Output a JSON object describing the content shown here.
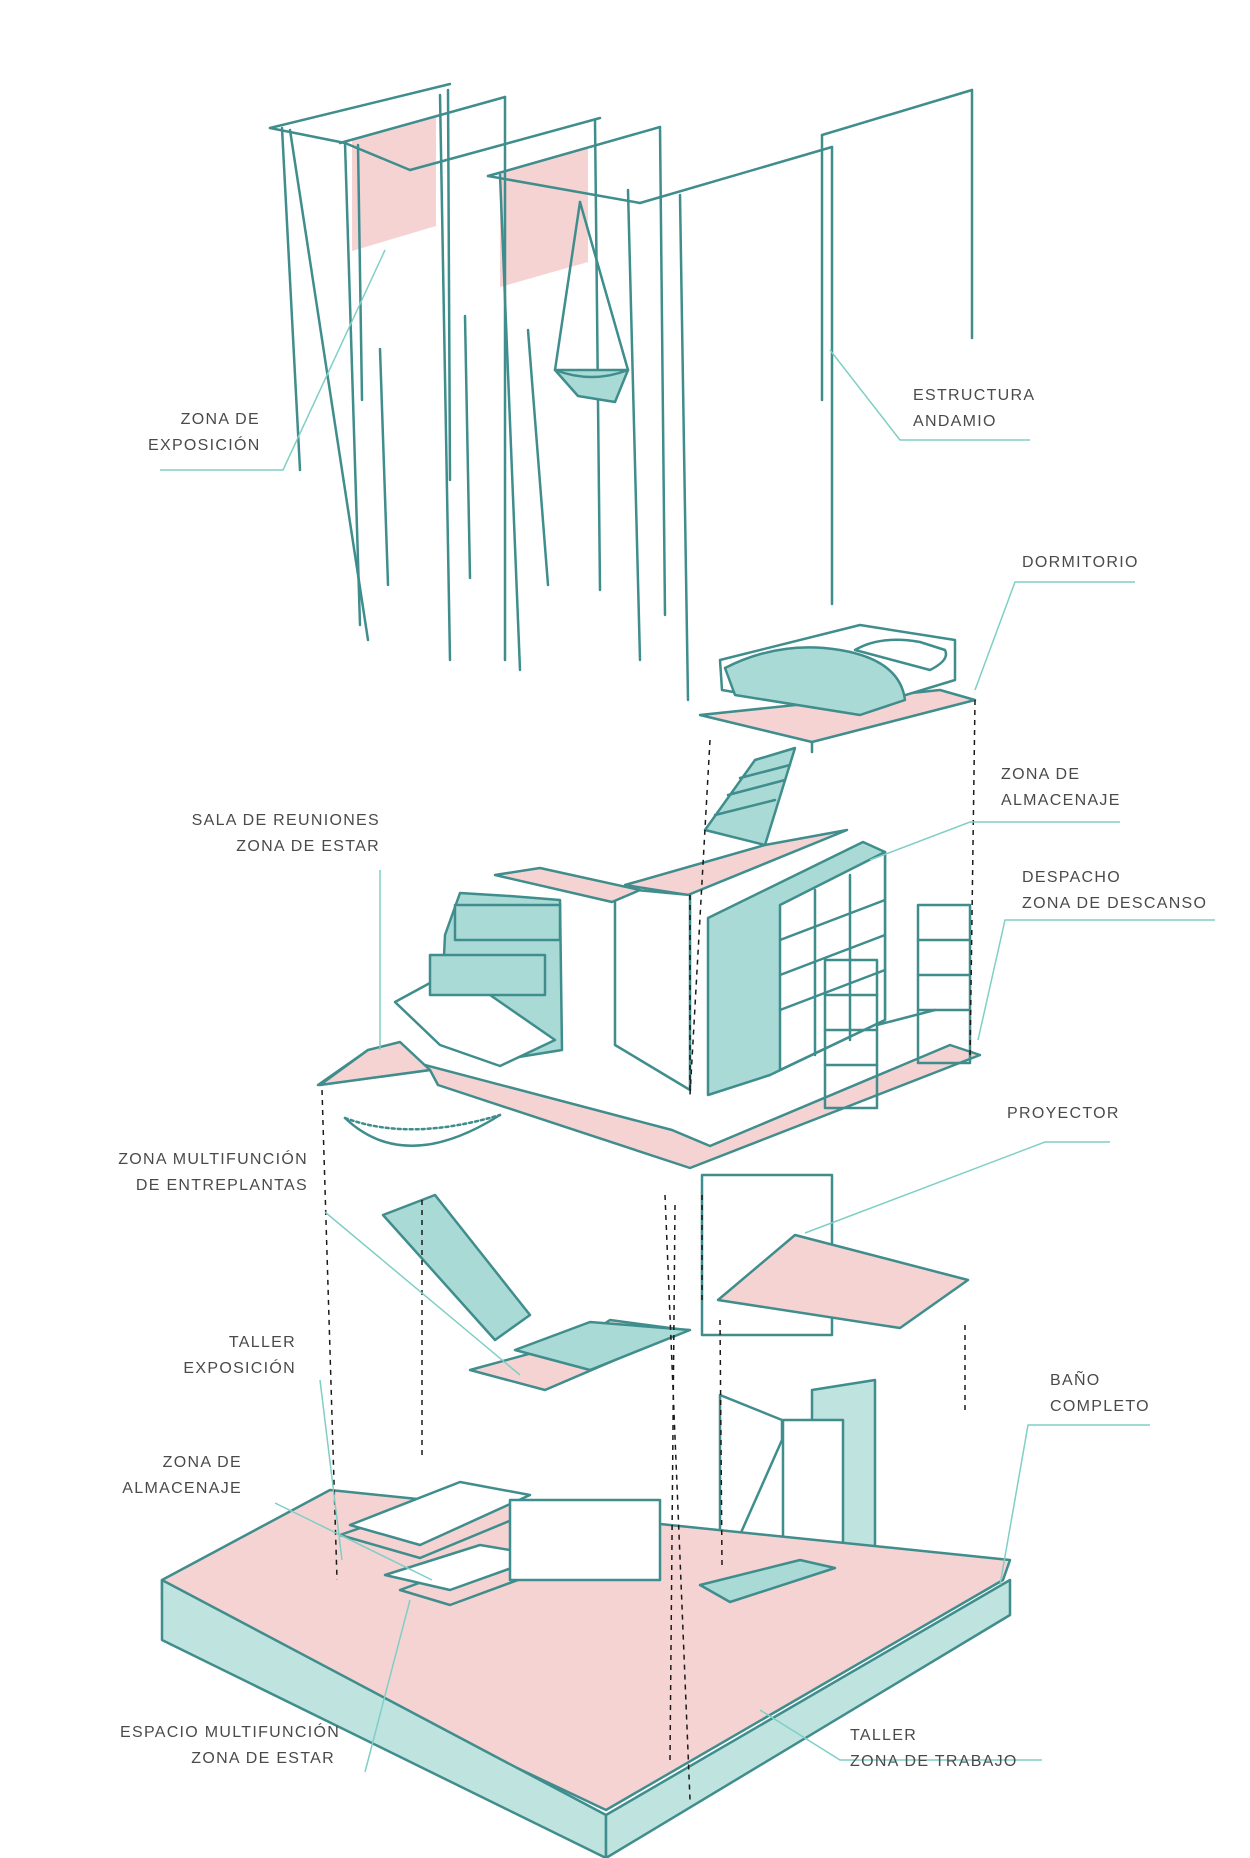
{
  "colors": {
    "teal": "#3f8d8c",
    "teal_fill": "#a9dad6",
    "teal_light": "#bfe3df",
    "pink": "#f5d3d3",
    "leader": "#7fcfc6",
    "text": "#4a4a4a"
  },
  "labels": {
    "exposicion": [
      "ZONA DE",
      "EXPOSICIÓN"
    ],
    "andamio": [
      "ESTRUCTURA",
      "ANDAMIO"
    ],
    "dormitorio": [
      "DORMITORIO"
    ],
    "almacenaje_sup": [
      "ZONA DE",
      "ALMACENAJE"
    ],
    "reuniones": [
      "SALA DE REUNIONES",
      "ZONA DE ESTAR"
    ],
    "despacho": [
      "DESPACHO",
      "ZONA DE DESCANSO"
    ],
    "proyector": [
      "PROYECTOR"
    ],
    "multifuncion": [
      "ZONA MULTIFUNCIÓN",
      "DE ENTREPLANTAS"
    ],
    "taller_expo": [
      "TALLER",
      "EXPOSICIÓN"
    ],
    "bano": [
      "BAÑO",
      "COMPLETO"
    ],
    "almacenaje_inf": [
      "ZONA DE",
      "ALMACENAJE"
    ],
    "espacio": [
      "ESPACIO MULTIFUNCIÓN",
      "ZONA DE ESTAR"
    ],
    "taller_trabajo": [
      "TALLER",
      "ZONA DE TRABAJO"
    ]
  }
}
